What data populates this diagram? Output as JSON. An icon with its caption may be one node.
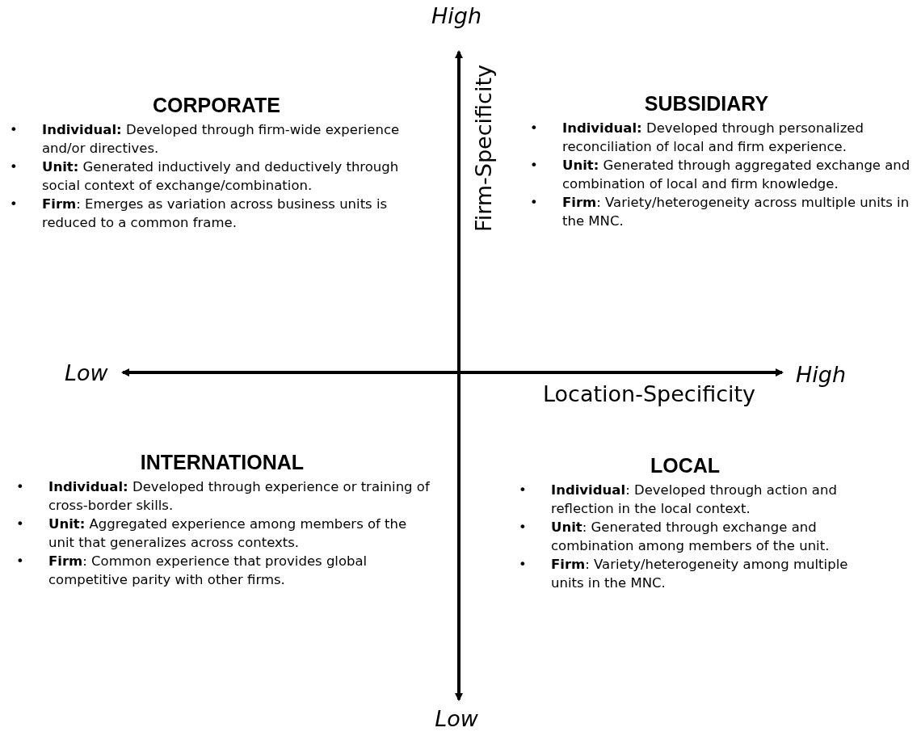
{
  "diagram": {
    "nodes": [
      {
        "text": [
          "CORPORATE",
          "• **Individual:** Developed through firm-wide experience and/or directives.",
          "• **Unit:** Generated inductively and deductively through social context of exchange/combination.",
          "• **Firm**:  Emerges as variation across business units is reduced to a common frame."
        ]
      },
      {
        "text": [
          "SUBSIDIARY",
          "• **Individual:** Developed through personalized reconciliation of local and firm experience.",
          "• **Unit:** Generated through aggregated exchange and combination of local and firm knowledge.",
          "• **Firm**:  Variety/heterogeneity across multiple units in the MNC."
        ]
      },
      {
        "text": [
          "INTERNATIONAL",
          "• **Individual:** Developed through experience or training of cross-border skills.",
          "• **Unit:** Aggregated experience among members of the unit that generalizes across contexts.",
          "• **Firm**:  Common experience that provides global competitive parity with other firms."
        ]
      },
      {
        "text": [
          "LOCAL",
          "• **Individual**: Developed through action and reflection in the local context.",
          "• **Unit**: Generated through exchange and combination among members of the unit.",
          "• **Firm**:  Variety/heterogeneity among multiple units in the MNC."
        ]
      }
    ],
    "labels": [
      "High",
      "Firm-Specificity",
      "Low",
      "High",
      "Location-Specificity",
      "Low"
    ]
  }
}
